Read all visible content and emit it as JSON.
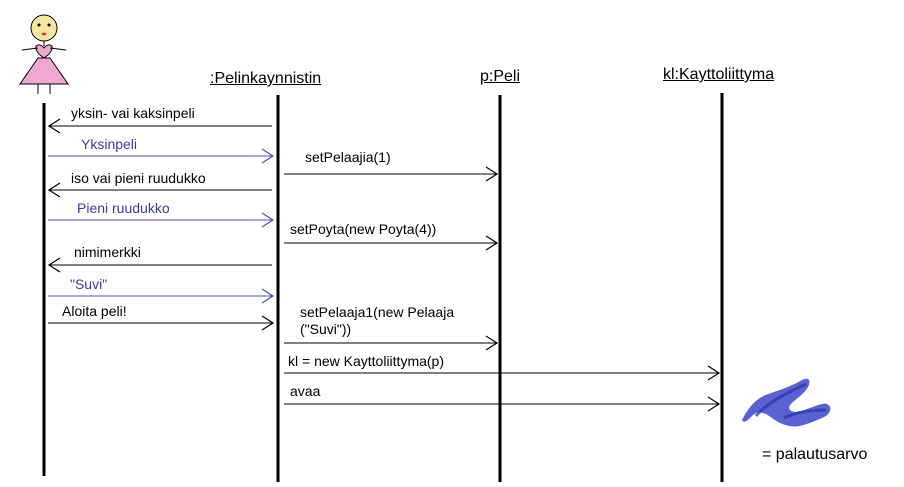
{
  "participants": {
    "pelinkaynnistin": ":Pelinkaynnistin",
    "peli": "p:Peli",
    "kayttoliittyma": "kl:Kayttoliittyma"
  },
  "messages": [
    {
      "id": "m1",
      "text": "yksin- vai kaksinpeli",
      "style": "return"
    },
    {
      "id": "m2",
      "text": "Yksinpeli",
      "style": "user-reply"
    },
    {
      "id": "m3",
      "text": "setPelaajia(1)",
      "style": "call"
    },
    {
      "id": "m4",
      "text": "iso vai pieni ruudukko",
      "style": "return"
    },
    {
      "id": "m5",
      "text": "Pieni ruudukko",
      "style": "user-reply"
    },
    {
      "id": "m6",
      "text": "setPoyta(new Poyta(4))",
      "style": "call"
    },
    {
      "id": "m7",
      "text": "nimimerkki",
      "style": "return"
    },
    {
      "id": "m8",
      "text": "\"Suvi\"",
      "style": "user-reply"
    },
    {
      "id": "m9",
      "text": "Aloita peli!",
      "style": "call"
    },
    {
      "id": "m10",
      "lines": [
        "setPelaaja1(new Pelaaja",
        "(\"Suvi\"))"
      ],
      "style": "call"
    },
    {
      "id": "m11",
      "text": "kl = new Kayttoliittyma(p)",
      "style": "call"
    },
    {
      "id": "m12",
      "text": "avaa",
      "style": "call"
    }
  ],
  "legend": {
    "text": "= palautusarvo",
    "icon": "blue-scribble-icon",
    "color": "#3c46c8"
  },
  "colors": {
    "user_reply_text": "#3c3ca0",
    "user_reply_arrow": "#5050b4",
    "default": "#000000"
  },
  "actor": {
    "icon": "stick-figure-girl-icon",
    "face_color": "#f6e6a0",
    "dress_color": "#f0a8d0"
  }
}
